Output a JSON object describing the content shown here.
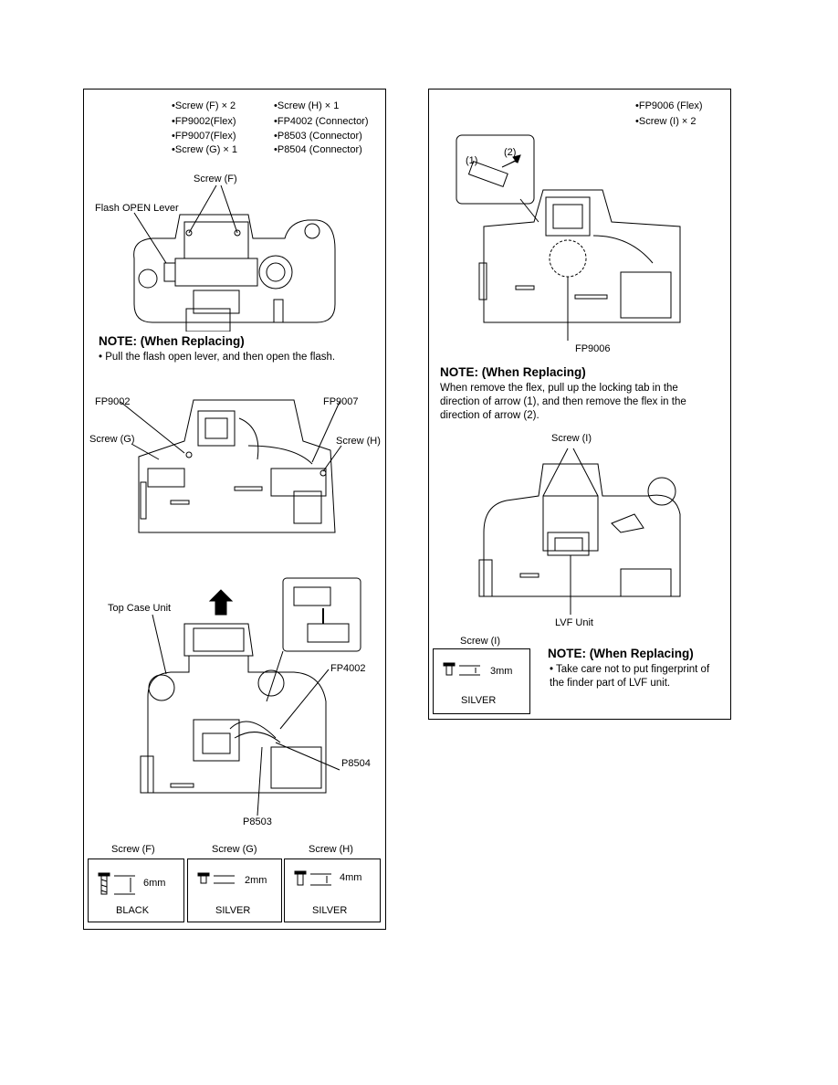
{
  "left_panel": {
    "parts_col1": [
      "•Screw (F) × 2",
      "•FP9002(Flex)",
      "•FP9007(Flex)",
      "•Screw (G) × 1"
    ],
    "parts_col2": [
      "•Screw (H) × 1",
      "•FP4002 (Connector)",
      "•P8503 (Connector)",
      "•P8504 (Connector)"
    ],
    "fig1": {
      "screw_f": "Screw (F)",
      "flash_lever": "Flash OPEN Lever"
    },
    "note1": {
      "heading": "NOTE: (When Replacing)",
      "body": "• Pull the flash open lever, and then open the flash."
    },
    "fig2": {
      "fp9002": "FP9002",
      "fp9007": "FP9007",
      "screw_g": "Screw (G)",
      "screw_h": "Screw (H)"
    },
    "fig3": {
      "top_case": "Top Case Unit",
      "fp4002": "FP4002",
      "p8504": "P8504",
      "p8503": "P8503"
    },
    "screws": [
      {
        "title": "Screw (F)",
        "size": "6mm",
        "color": "BLACK"
      },
      {
        "title": "Screw (G)",
        "size": "2mm",
        "color": "SILVER"
      },
      {
        "title": "Screw (H)",
        "size": "4mm",
        "color": "SILVER"
      }
    ]
  },
  "right_panel": {
    "parts": [
      "•FP9006 (Flex)",
      "•Screw (I) × 2"
    ],
    "fig1": {
      "arrow1": "(1)",
      "arrow2": "(2)",
      "fp9006": "FP9006"
    },
    "note1": {
      "heading": "NOTE: (When Replacing)",
      "body": "When remove the flex, pull up the locking tab in the direction of arrow (1), and then remove the flex in the direction of arrow (2)."
    },
    "fig2": {
      "screw_i": "Screw (I)",
      "lvf": "LVF Unit"
    },
    "screw": {
      "title": "Screw (I)",
      "size": "3mm",
      "color": "SILVER"
    },
    "note2": {
      "heading": "NOTE: (When Replacing)",
      "body": "• Take care not to put fingerprint of the finder part of LVF unit."
    }
  }
}
